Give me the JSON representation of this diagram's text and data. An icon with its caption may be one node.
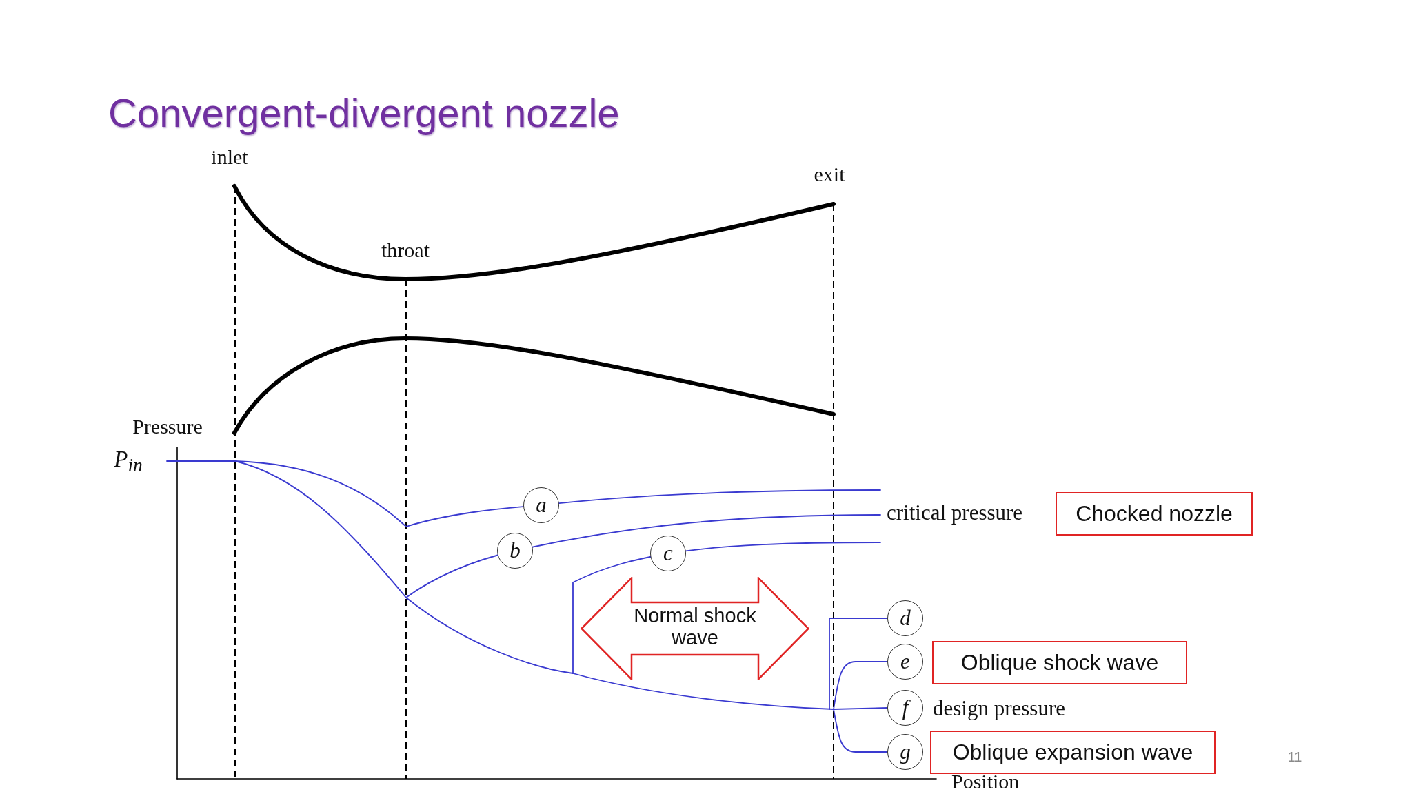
{
  "diagram": {
    "title": "Convergent-divergent nozzle",
    "nodes": [
      {
        "text": [
          "a"
        ]
      },
      {
        "text": [
          "Chocked nozzle"
        ]
      },
      {
        "text": [
          "b"
        ]
      },
      {
        "text": [
          "c"
        ]
      },
      {
        "text": [
          "Normal shock wave"
        ]
      },
      {
        "text": [
          "d"
        ]
      },
      {
        "text": [
          "e"
        ]
      },
      {
        "text": [
          "Oblique shock wave"
        ]
      },
      {
        "text": [
          "f"
        ]
      },
      {
        "text": [
          "g"
        ]
      },
      {
        "text": [
          "Oblique expansion wave"
        ]
      }
    ],
    "edges": [
      {
        "from": null,
        "to": 5,
        "arrow": "none"
      },
      {
        "from": null,
        "to": 6,
        "arrow": "none"
      },
      {
        "from": null,
        "to": 8,
        "arrow": "none"
      },
      {
        "from": null,
        "to": 9,
        "arrow": "none"
      }
    ],
    "labels": [
      "inlet",
      "exit",
      "throat",
      "Pressure",
      "P$_{in}$",
      "critical pressure",
      "design pressure",
      "Position",
      "11"
    ]
  }
}
